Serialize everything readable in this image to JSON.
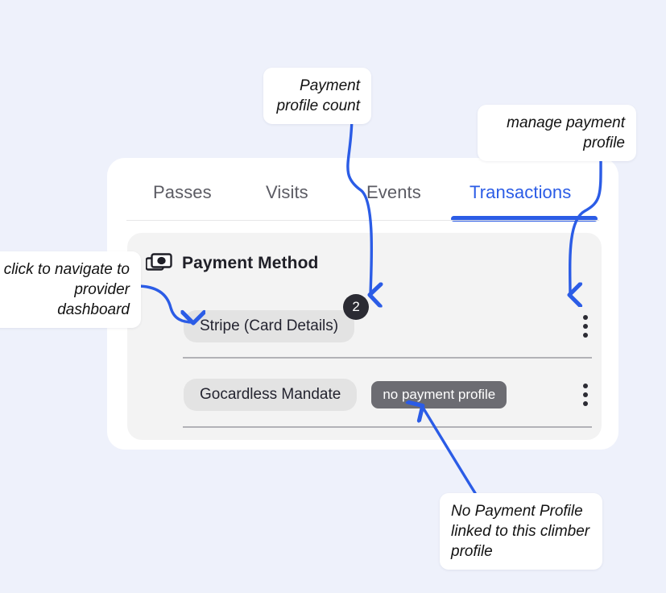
{
  "tabs": [
    {
      "label": "Passes",
      "active": false
    },
    {
      "label": "Visits",
      "active": false
    },
    {
      "label": "Events",
      "active": false
    },
    {
      "label": "Transactions",
      "active": true
    }
  ],
  "panel": {
    "icon": "cash-stack-icon",
    "title": "Payment Method",
    "rows": [
      {
        "chip_label": "Stripe (Card Details)",
        "count_badge": "2",
        "status_badge": null,
        "menu": "kebab-menu-icon"
      },
      {
        "chip_label": "Gocardless Mandate",
        "count_badge": null,
        "status_badge": "no payment profile",
        "menu": "kebab-menu-icon"
      }
    ]
  },
  "annotations": [
    {
      "id": "payment-profile-count",
      "text": "Payment profile count"
    },
    {
      "id": "manage-payment-profile",
      "text": "manage payment profile"
    },
    {
      "id": "click-to-navigate",
      "text": "click to navigate to provider dashboard"
    },
    {
      "id": "no-payment-profile-note",
      "text": "No Payment Profile linked to this climber profile"
    }
  ],
  "colors": {
    "page_background": "#eef1fb",
    "card_background": "#ffffff",
    "panel_background": "#f3f3f3",
    "accent_blue": "#2b5ce6",
    "chip_background": "#e3e3e3",
    "badge_dark": "#2b2b33",
    "status_badge": "#6c6c72",
    "tab_inactive": "#5b5b63"
  }
}
